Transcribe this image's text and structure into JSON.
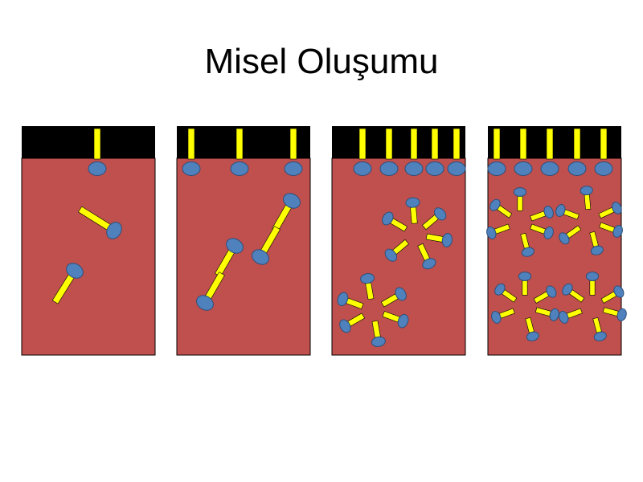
{
  "slide": {
    "title": "Misel Oluşumu"
  },
  "colors": {
    "water": "#C0504D",
    "air": "#000000",
    "head": "#4F81BD",
    "tail": "#FFFF00",
    "outline": "#000000"
  },
  "panels": [
    {
      "name": "panel-1",
      "stage": 1
    },
    {
      "name": "panel-2",
      "stage": 2
    },
    {
      "name": "panel-3",
      "stage": 3
    },
    {
      "name": "panel-4",
      "stage": 4
    }
  ]
}
